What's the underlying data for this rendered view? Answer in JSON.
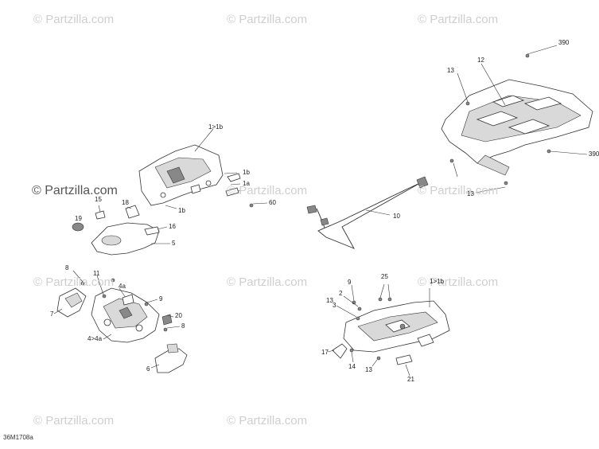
{
  "watermarks": [
    "© Partzilla.com",
    "© Partzilla.com",
    "© Partzilla.com",
    "© Partzilla.com",
    "© Partzilla.com",
    "© Partzilla.com",
    "© Partzilla.com",
    "© Partzilla.com",
    "© Partzilla.com",
    "© Partzilla.com",
    "© Partzilla.com"
  ],
  "callouts": {
    "c390a": "390",
    "c12": "12",
    "c13a": "13",
    "c390b": "390",
    "c13b": "13",
    "c1_1b_top": "1>1b",
    "c1b_a": "1b",
    "c1a": "1a",
    "c1b_b": "1b",
    "c60": "60",
    "c15": "15",
    "c18": "18",
    "c19": "19",
    "c16": "16",
    "c5": "5",
    "c10": "10",
    "c8a": "8",
    "c11": "11",
    "c7": "7",
    "c4a": "4a",
    "c9a": "9",
    "c20": "20",
    "c8b": "8",
    "c4_4a": "4>4a",
    "c6": "6",
    "c9b": "9",
    "c25": "25",
    "c1_1b_right": "1>1b",
    "c13c": "13",
    "c2": "2",
    "c3": "3",
    "c17": "17",
    "c14": "14",
    "c13d": "13",
    "c21": "21"
  },
  "diagram_code": "36M1708a"
}
